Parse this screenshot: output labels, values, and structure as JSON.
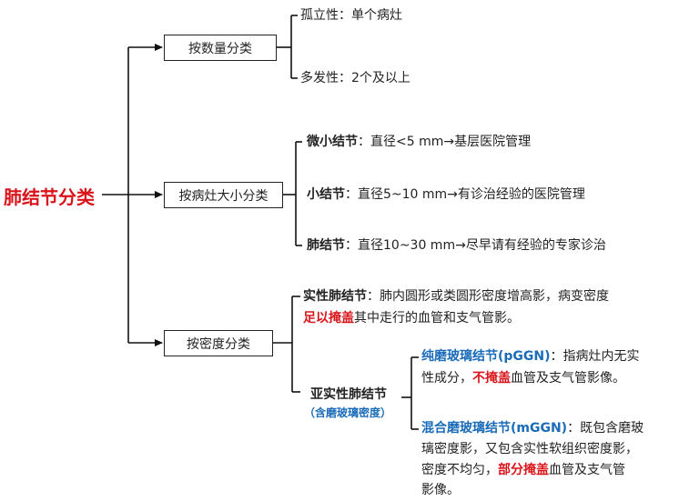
{
  "root": {
    "label": "肺结节分类"
  },
  "categories": [
    {
      "label": "按数量分类"
    },
    {
      "label": "按病灶大小分类"
    },
    {
      "label": "按密度分类"
    }
  ],
  "count": {
    "solitary": "孤立性：单个病灶",
    "multiple": "多发性：2个及以上"
  },
  "size": {
    "micro": {
      "term": "微小结节",
      "desc": "：直径<5 mm→基层医院管理"
    },
    "small": {
      "term": "小结节",
      "desc": "：直径5~10 mm→有诊治经验的医院管理"
    },
    "lung": {
      "term": "肺结节",
      "desc": "：直径10~30 mm→尽早请有经验的专家诊治"
    }
  },
  "density": {
    "solid": {
      "term": "实性肺结节",
      "desc_line1": "：肺内圆形或类圆形密度增高影，病变密度",
      "line2_red": "足以掩盖",
      "line2_rest": "其中走行的血管和支气管影。"
    },
    "subsolid": {
      "term": "亚实性肺结节",
      "subtitle": "（含磨玻璃密度）"
    },
    "pggn": {
      "term": "纯磨玻璃结节(pGGN)",
      "line1_rest": "：指病灶内无实",
      "line2_pre": "性成分，",
      "line2_red": "不掩盖",
      "line2_post": "血管及支气管影像。"
    },
    "mggn": {
      "term": "混合磨玻璃结节(mGGN)",
      "line1_rest": "：既包含磨玻",
      "line2": "璃密度影，又包含实性软组织密度影，",
      "line3_pre": "密度不均匀，",
      "line3_red": "部分掩盖",
      "line3_post": "血管及支气管",
      "line4": "影像。"
    }
  },
  "colors": {
    "root": "#d9141a",
    "highlight": "#d9141a",
    "blue_term": "#1a6bb8",
    "line": "#111111"
  }
}
